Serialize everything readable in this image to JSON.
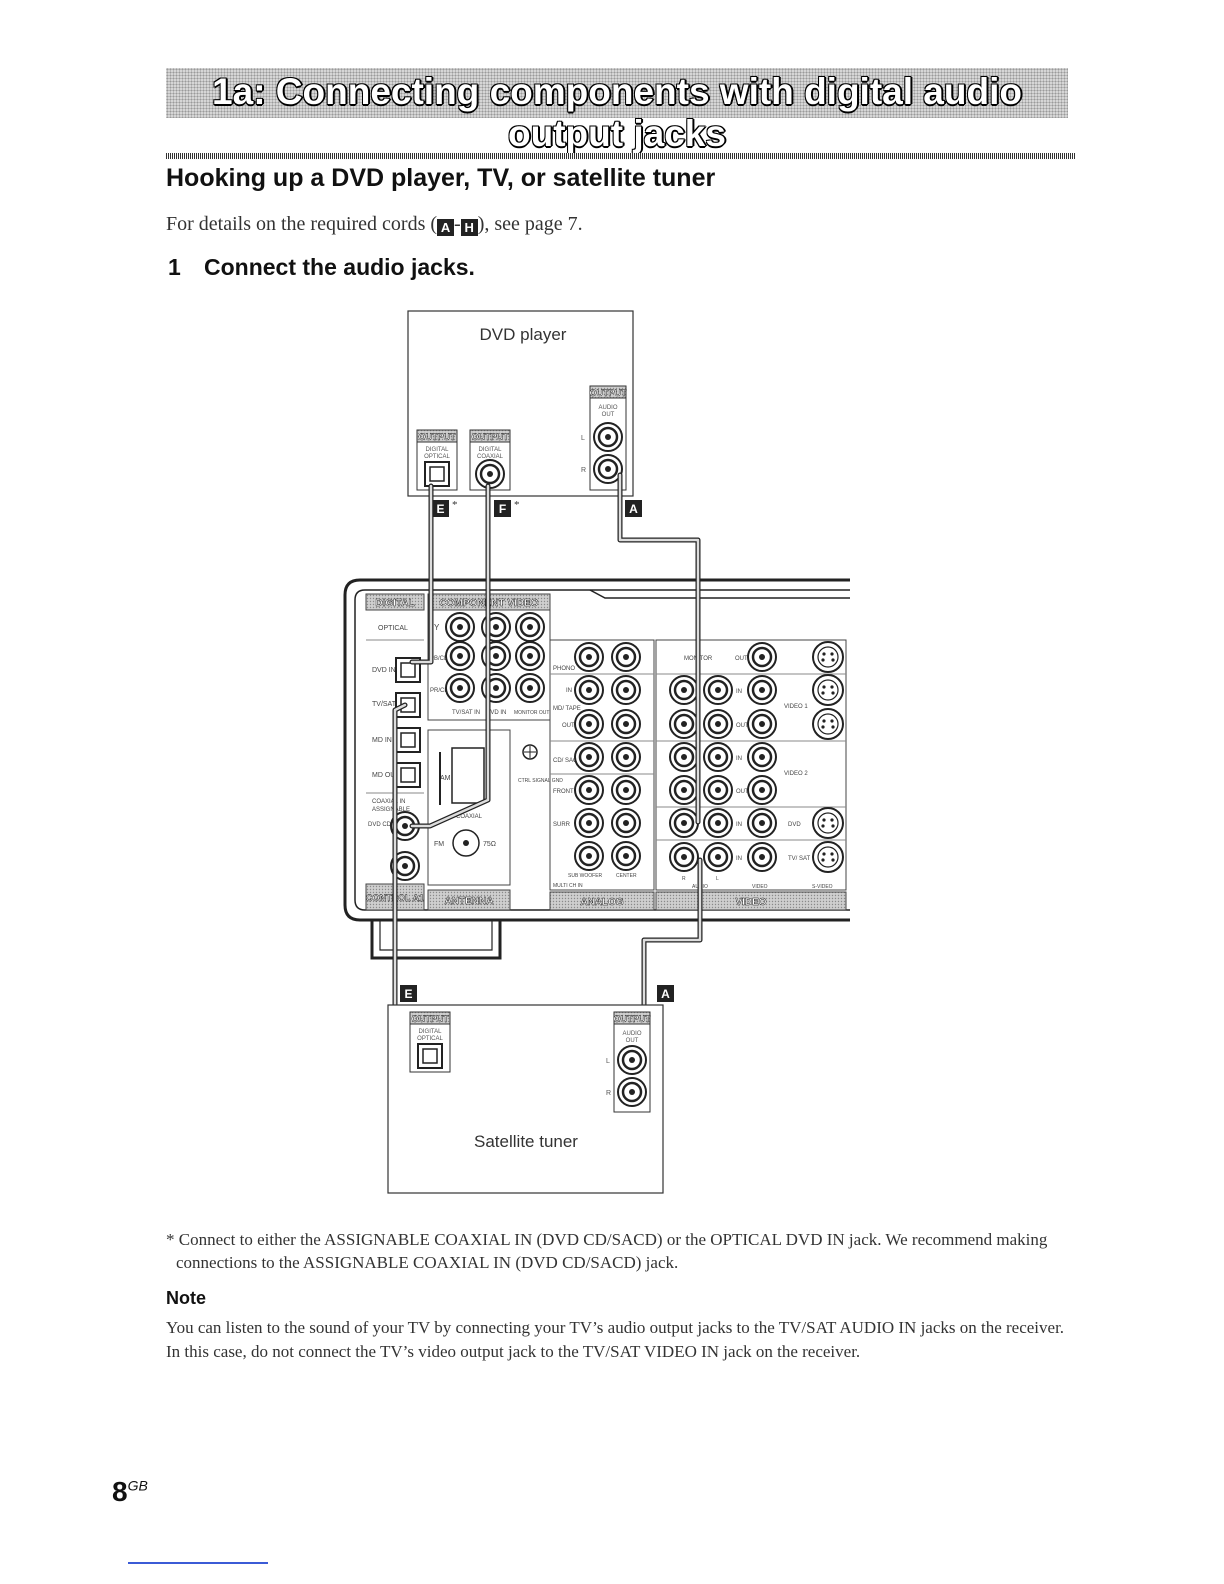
{
  "section_title": "1a: Connecting components with digital audio output jacks",
  "heading": "Hooking up a DVD player, TV, or satellite tuner",
  "intro": {
    "before": "For details on the required cords (",
    "from": "A",
    "dash": "-",
    "to": "H",
    "after": "), see page 7."
  },
  "step": {
    "number": "1",
    "text": "Connect the audio jacks."
  },
  "diagram": {
    "dvd_player": {
      "name": "DVD player",
      "output": "OUTPUT",
      "digital_optical": [
        "DIGITAL",
        "OPTICAL"
      ],
      "digital_coaxial": [
        "DIGITAL",
        "COAXIAL"
      ],
      "audio_out": [
        "AUDIO",
        "OUT"
      ],
      "l": "L",
      "r": "R"
    },
    "cords": {
      "e": "E",
      "f": "F",
      "a": "A",
      "asterisk": "*"
    },
    "receiver": {
      "digital": "DIGITAL",
      "optical": "OPTICAL",
      "component_video": "COMPONENT VIDEO",
      "y": "Y",
      "pb": "PB/CB B-Y",
      "pr": "PR/CR R-Y",
      "tvsat_in": "TV/SAT IN",
      "dvd_in": "DVD IN",
      "monitor_out": "MONITOR OUT",
      "dvd_in_label": "DVD IN",
      "tvsat_in_label": "TV/ SAT IN",
      "md_in": "MD IN",
      "md_out": "MD OUT",
      "coaxial_in": "COAXIAL IN",
      "assignable": "ASSIGNABLE",
      "dvd_cdsacd": "DVD CD/SACD",
      "am": "AM",
      "coaxial_75": "COAXIAL",
      "fm": "FM",
      "ohm": "75Ω",
      "ctrl_signal": "CTRL SIGNAL GND",
      "phono": "PHONO",
      "md_tape": "MD/ TAPE",
      "cd_sacd": "CD/ SACD",
      "front": "FRONT",
      "surr": "SURR",
      "subwoofer": "SUB WOOFER",
      "center": "CENTER",
      "multi_ch_in": "MULTI CH IN",
      "in": "IN",
      "out": "OUT",
      "monitor": "MONITOR",
      "video1": "VIDEO 1",
      "video2": "VIDEO 2",
      "dvd": "DVD",
      "tvsat": "TV/ SAT",
      "audio": "AUDIO",
      "video": "VIDEO",
      "s_video": "S-VIDEO",
      "control_a1": "CONTROL A1",
      "antenna": "ANTENNA",
      "analog": "ANALOG",
      "video_section": "VIDEO",
      "r": "R",
      "l": "L"
    },
    "satellite_tuner": {
      "name": "Satellite tuner",
      "output": "OUTPUT",
      "digital_optical": [
        "DIGITAL",
        "OPTICAL"
      ],
      "audio_out": [
        "AUDIO",
        "OUT"
      ],
      "l": "L",
      "r": "R"
    }
  },
  "footnote": "* Connect to either the ASSIGNABLE COAXIAL IN (DVD CD/SACD) or the OPTICAL DVD IN jack. We recommend making connections to the ASSIGNABLE COAXIAL IN (DVD CD/SACD) jack.",
  "note": {
    "title": "Note",
    "body": "You can listen to the sound of your TV by connecting your TV’s audio output jacks to the TV/SAT AUDIO IN jacks on the receiver. In this case, do not connect the TV’s video output jack to the TV/SAT VIDEO IN jack on the receiver."
  },
  "page": {
    "number": "8",
    "suffix": "GB"
  }
}
